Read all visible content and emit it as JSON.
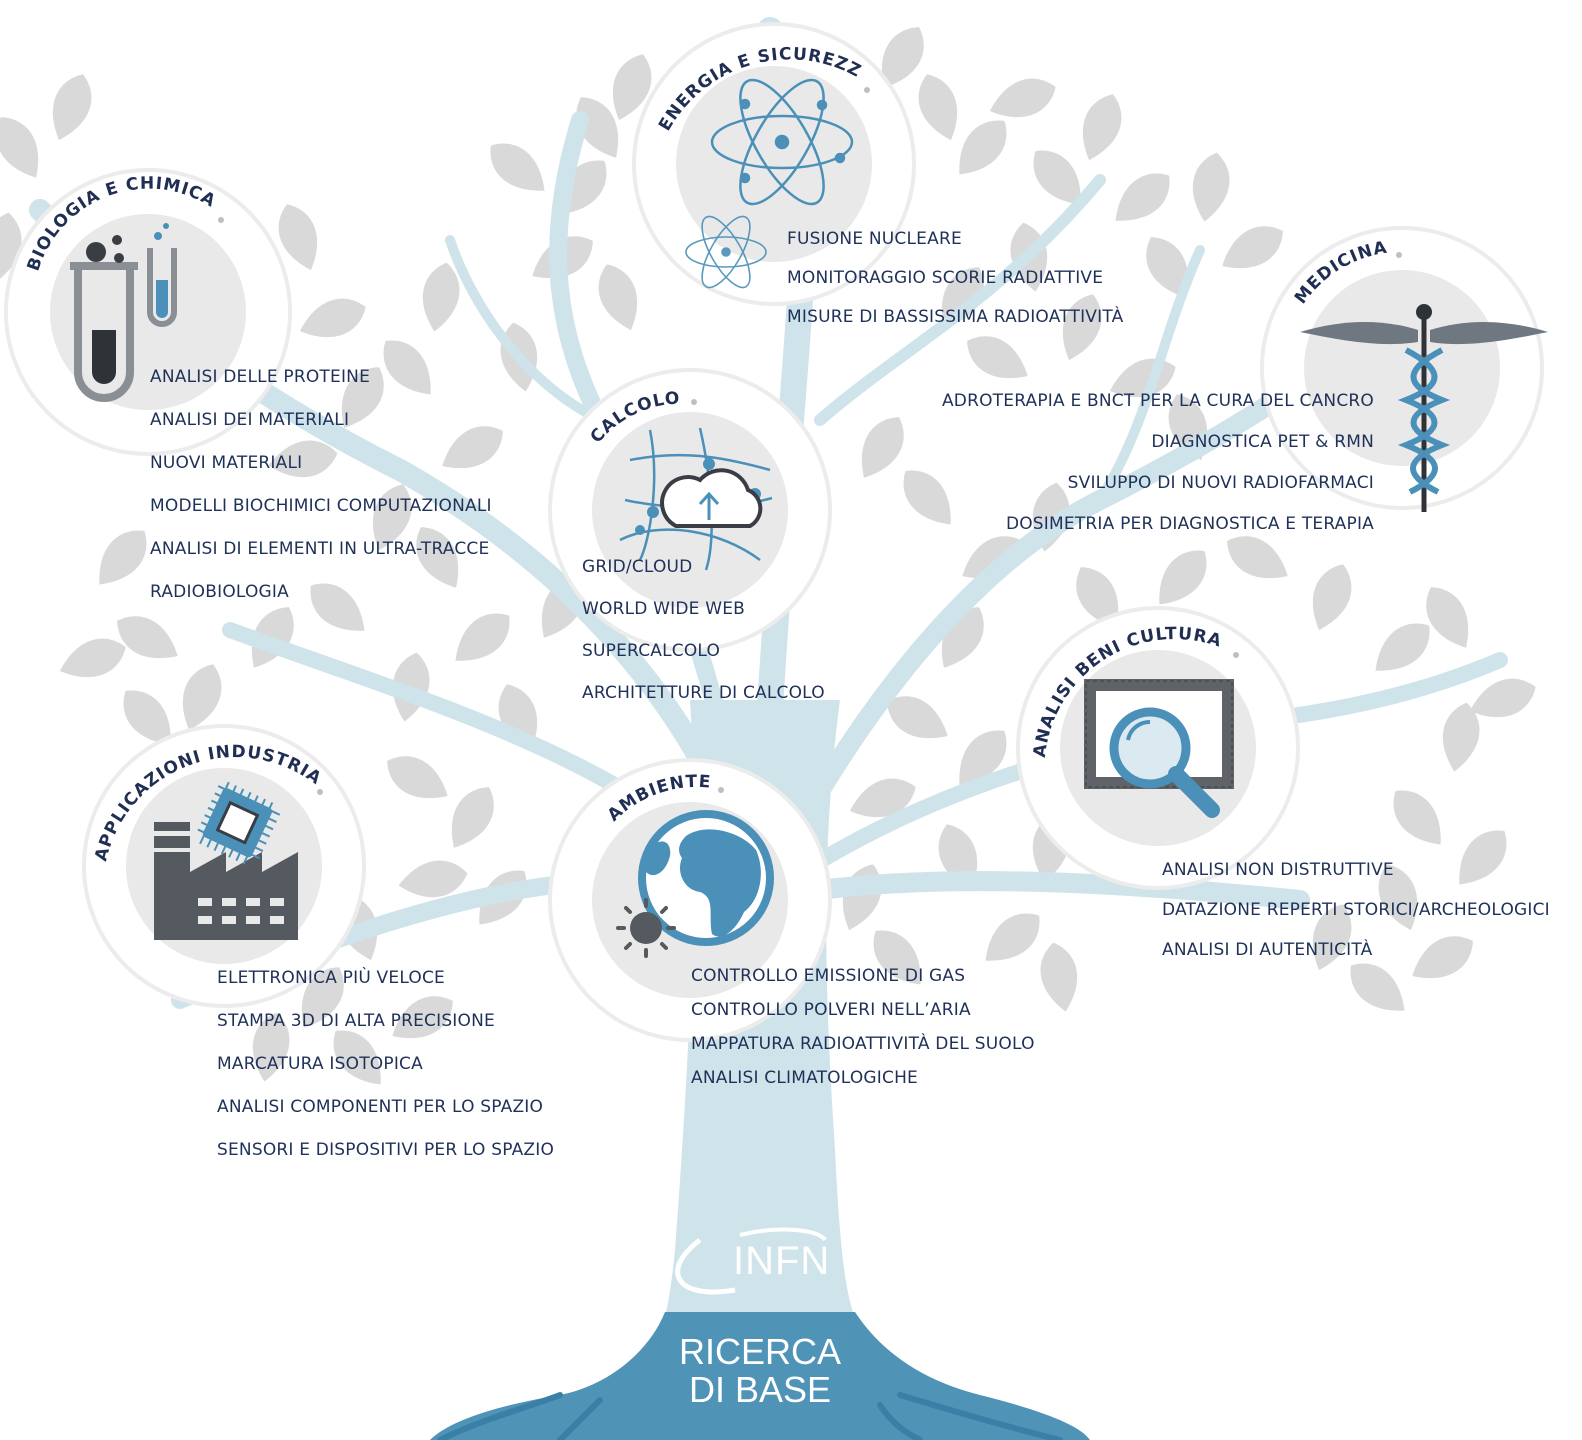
{
  "categories": {
    "biologia": {
      "title": "BIOLOGIA E CHIMICA",
      "items": [
        "ANALISI DELLE PROTEINE",
        "ANALISI DEI MATERIALI",
        "NUOVI MATERIALI",
        "MODELLI BIOCHIMICI COMPUTAZIONALI",
        "ANALISI DI ELEMENTI IN ULTRA-TRACCE",
        "RADIOBIOLOGIA"
      ]
    },
    "energia": {
      "title": "ENERGIA E SICUREZZA",
      "items": [
        "FUSIONE NUCLEARE",
        "MONITORAGGIO SCORIE RADIATTIVE",
        "MISURE DI BASSISSIMA RADIOATTIVITÀ"
      ]
    },
    "medicina": {
      "title": "MEDICINA",
      "items": [
        "ADROTERAPIA E BNCT PER LA CURA DEL CANCRO",
        "DIAGNOSTICA PET & RMN",
        "SVILUPPO DI NUOVI RADIOFARMACI",
        "DOSIMETRIA PER DIAGNOSTICA E TERAPIA"
      ]
    },
    "calcolo": {
      "title": "CALCOLO",
      "items": [
        "GRID/CLOUD",
        "WORLD WIDE WEB",
        "SUPERCALCOLO",
        "ARCHITETTURE DI CALCOLO"
      ]
    },
    "beni": {
      "title": "ANALISI BENI CULTURALI",
      "items": [
        "ANALISI NON DISTRUTTIVE",
        "DATAZIONE REPERTI STORICI/ARCHEOLOGICI",
        "ANALISI DI AUTENTICITÀ"
      ]
    },
    "industriali": {
      "title": "APPLICAZIONI INDUSTRIALI",
      "items": [
        "ELETTRONICA PIÙ VELOCE",
        "STAMPA 3D DI ALTA PRECISIONE",
        "MARCATURA ISOTOPICA",
        "ANALISI COMPONENTI PER LO SPAZIO",
        "SENSORI E DISPOSITIVI PER LO SPAZIO"
      ]
    },
    "ambiente": {
      "title": "AMBIENTE",
      "items": [
        "CONTROLLO EMISSIONE DI GAS",
        "CONTROLLO POLVERI NELL’ARIA",
        "MAPPATURA RADIOATTIVITÀ DEL SUOLO",
        "ANALISI CLIMATOLOGICHE"
      ]
    }
  },
  "brand": "INFN",
  "root": {
    "line1": "RICERCA",
    "line2": "DI BASE"
  },
  "colors": {
    "trunk": "#cfe3ea",
    "root_band": "#4f93b7",
    "leaf": "#d9d9d9",
    "icon_blue": "#4a90b8",
    "icon_gray": "#555a60",
    "text": "#1f3158"
  },
  "icons": {
    "biologia": "test-tubes-icon",
    "energia": "atom-icon",
    "medicina": "caduceus-icon",
    "calcolo": "cloud-network-icon",
    "beni": "magnifier-frame-icon",
    "industriali": "factory-chip-icon",
    "ambiente": "globe-sun-icon"
  }
}
